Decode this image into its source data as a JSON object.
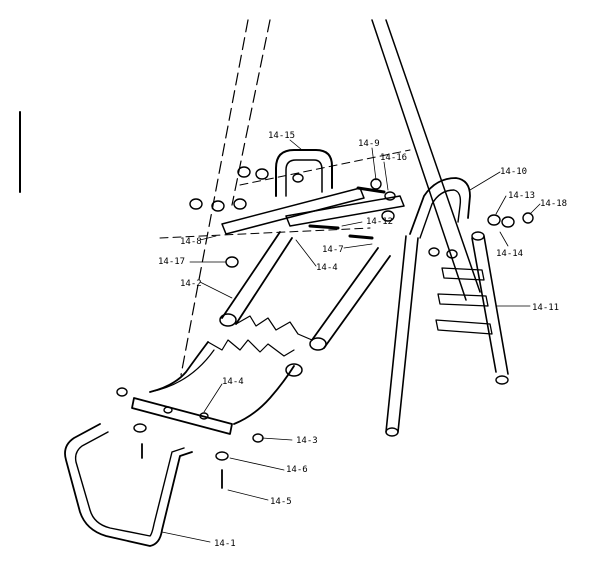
{
  "labels": {
    "l14_15": "14-15",
    "l14_9": "14-9",
    "l14_16": "14-16",
    "l14_10": "14-10",
    "l14_13": "14-13",
    "l14_18": "14-18",
    "l14_12": "14-12",
    "l14_8": "14-8",
    "l14_7": "14-7",
    "l14_14": "14-14",
    "l14_4a": "14-4",
    "l14_17": "14-17",
    "l14_2": "14-2",
    "l14_11": "14-11",
    "l14_4b": "14-4",
    "l14_3": "14-3",
    "l14_6": "14-6",
    "l14_5": "14-5",
    "l14_1": "14-1"
  }
}
